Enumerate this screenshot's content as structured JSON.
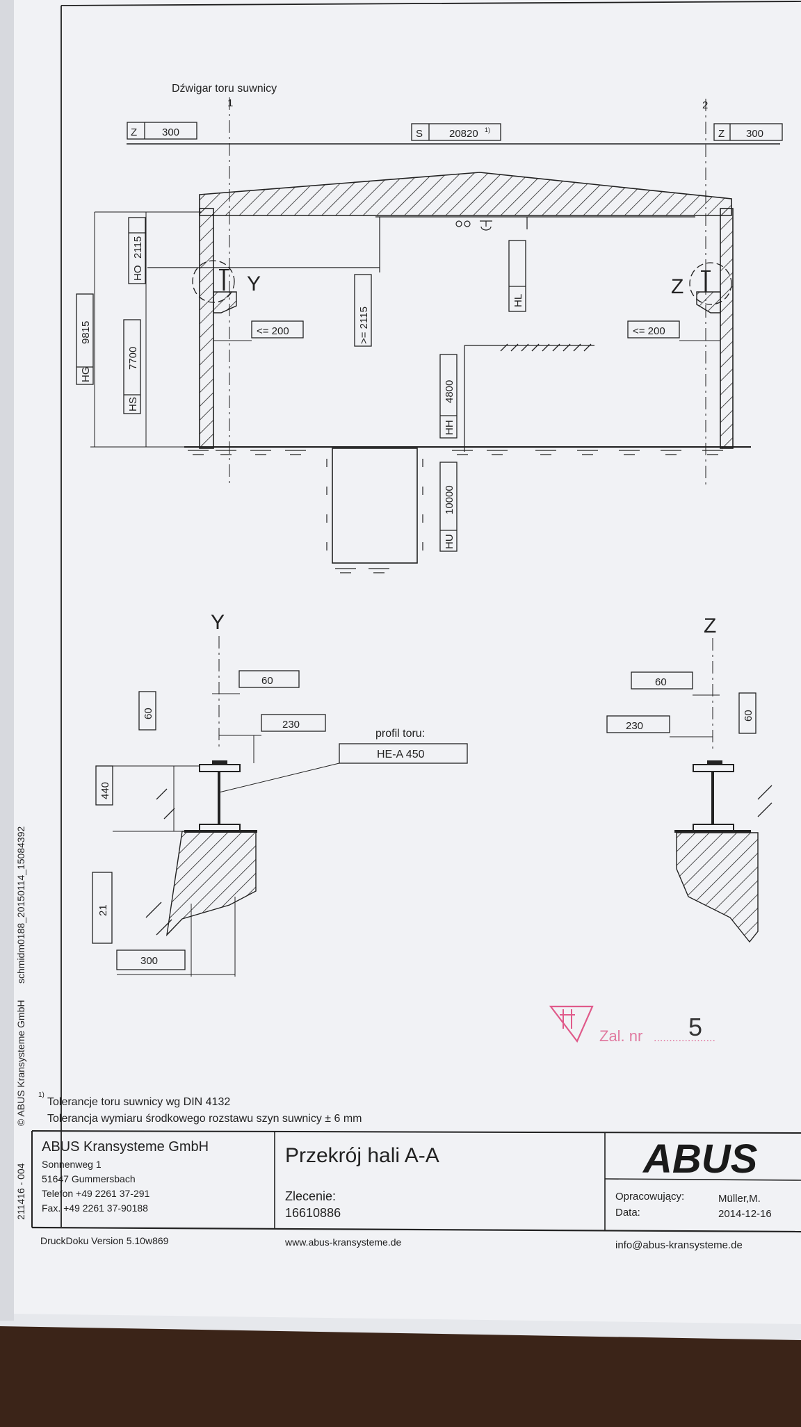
{
  "drawing": {
    "crane_girder_label": "Dźwigar toru suwnicy",
    "axis_1": "1",
    "axis_2": "2",
    "z_left": {
      "code": "Z",
      "value": "300"
    },
    "z_right": {
      "code": "Z",
      "value": "300"
    },
    "span": {
      "code": "S",
      "value": "20820",
      "footnote_mark": "1)"
    },
    "ho": {
      "code": "HO",
      "value": "2115"
    },
    "hg": {
      "code": "HG",
      "value": "9815"
    },
    "hs": {
      "code": "HS",
      "value": "7700"
    },
    "hook_clear": ">= 2115",
    "hl_code": "HL",
    "hh": {
      "code": "HH",
      "value": "4800"
    },
    "hu": {
      "code": "HU",
      "value": "10000"
    },
    "clear_left": "<= 200",
    "clear_right": "<= 200",
    "detail_y": "Y",
    "detail_z": "Z",
    "dim_60_left_h": "60",
    "dim_60_left_v": "60",
    "dim_230_left": "230",
    "dim_60_right_h": "60",
    "dim_60_right_v": "60",
    "dim_230_right": "230",
    "profile_label": "profil toru:",
    "profile_value": "HE-A 450",
    "dim_440": "440",
    "dim_21": "21",
    "dim_300": "300"
  },
  "stamp": {
    "text": "Zal. nr",
    "dots": "....................",
    "handwritten": "5"
  },
  "footnote": {
    "mark": "1)",
    "line1": "Tolerancje toru suwnicy wg DIN 4132",
    "line2": "Tolerancja wymiaru środkowego rozstawu szyn suwnicy ± 6 mm"
  },
  "side_text": {
    "doc_no": "211416 - 004",
    "copyright": "© ABUS Kransysteme GmbH",
    "file": "schmidm0188_20150114_15084392"
  },
  "titleblock": {
    "company": "ABUS Kransysteme GmbH",
    "street": "Sonnenweg 1",
    "city": "51647 Gummersbach",
    "phone": "Telefon +49 2261 37-291",
    "fax": "Fax. +49 2261 37-90188",
    "title": "Przekrój hali A-A",
    "order_label": "Zlecenie:",
    "order_no": "16610886",
    "logo": "ABUS",
    "prepared_label": "Opracowujący:",
    "prepared_value": "Müller,M.",
    "date_label": "Data:",
    "date_value": "2014-12-16",
    "version": "DruckDoku Version 5.10w869",
    "website": "www.abus-kransysteme.de",
    "email": "info@abus-kransysteme.de"
  }
}
